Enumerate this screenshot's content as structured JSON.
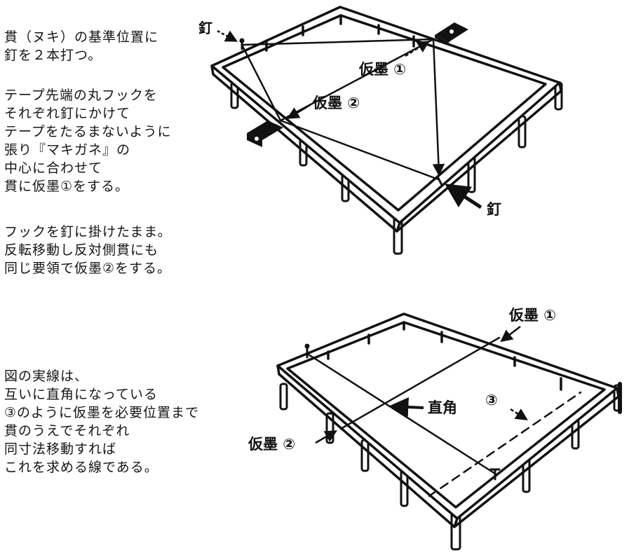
{
  "paragraphs": [
    {
      "lines": [
        "貫（ヌキ）の基準位置に",
        "釘を２本打つ。"
      ]
    },
    {
      "lines": [
        "テープ先端の丸フックを",
        "それぞれ釘にかけて",
        "テープをたるまないように",
        "張り『マキガネ』の",
        "中心に合わせて",
        "貫に仮墨①をする。"
      ]
    },
    {
      "lines": [
        "フックを釘に掛けたまま。",
        "反転移動し反対側貫にも",
        "同じ要領で仮墨②をする。"
      ]
    },
    {
      "lines": [
        "図の実線は、",
        "互いに直角になっている",
        "③のように仮墨を必要位置まで",
        "貫のうえでそれぞれ",
        "同寸法移動すれば",
        "これを求める線である。"
      ]
    }
  ],
  "figure_top": {
    "labels": {
      "nail_left": "釘",
      "mark_1": "仮墨 ①",
      "mark_2": "仮墨 ②",
      "nail_right": "釘"
    }
  },
  "figure_bottom": {
    "labels": {
      "mark_1": "仮墨 ①",
      "mark_2": "仮墨 ②",
      "right_angle": "直角",
      "mark_3": "③"
    }
  },
  "colors": {
    "ink": "#111111",
    "background": "#ffffff"
  }
}
